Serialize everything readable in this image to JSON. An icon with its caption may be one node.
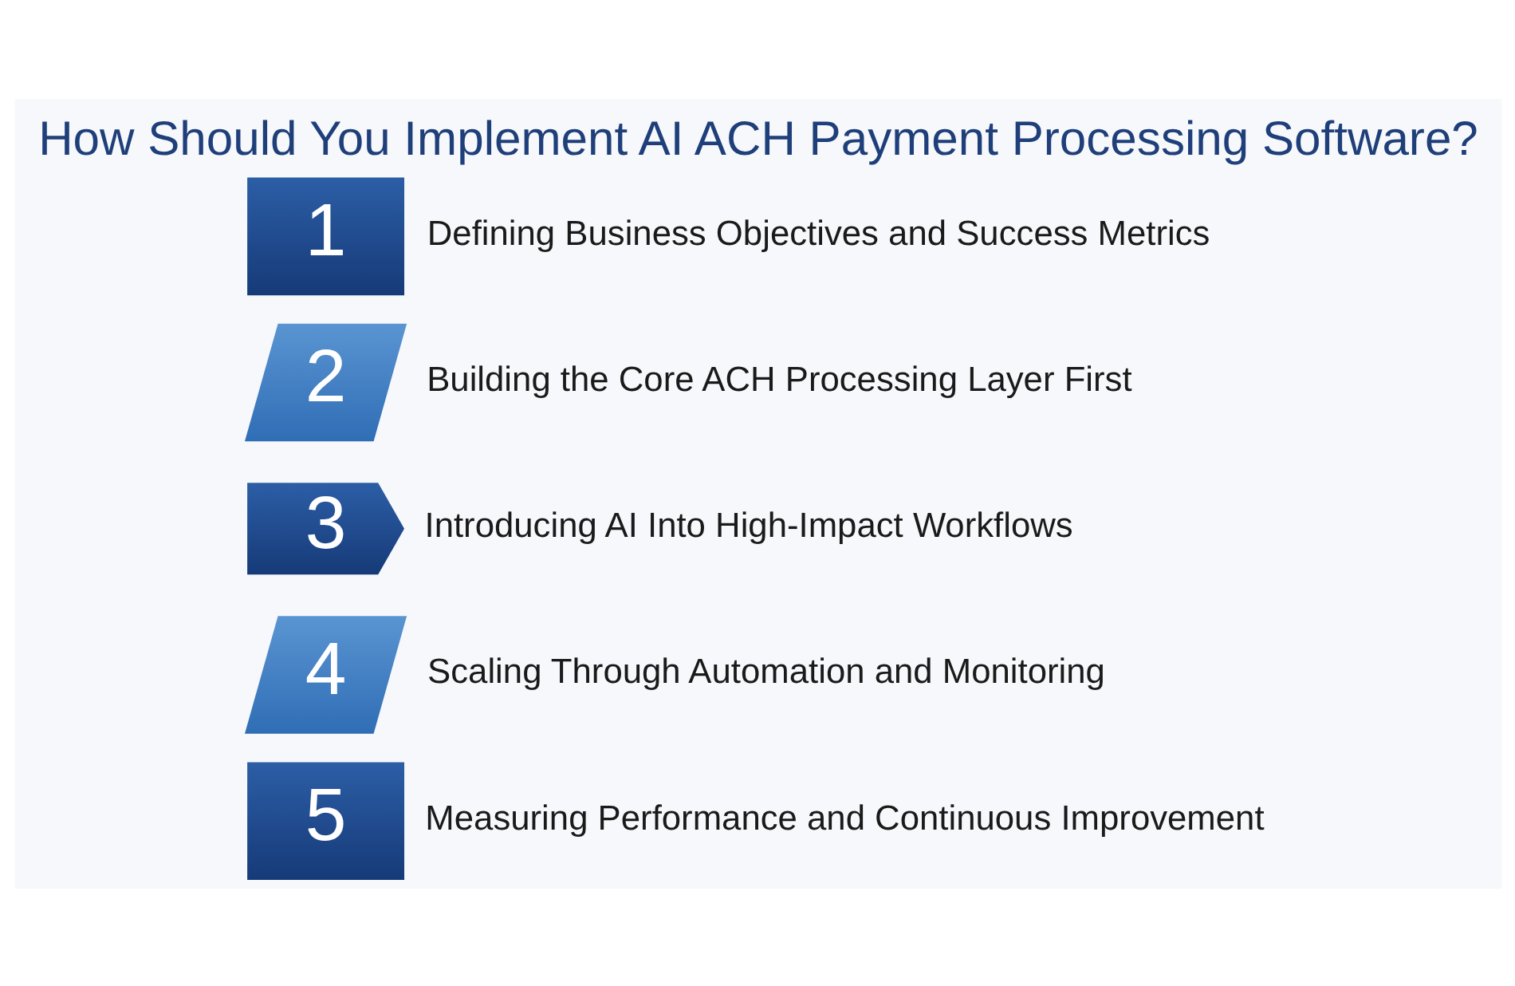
{
  "diagram": {
    "title": "How Should You Implement AI ACH Payment Processing Software?",
    "nodes": [
      {
        "text": [
          "1"
        ],
        "beside": [
          "Defining Business Objectives and Success Metrics"
        ]
      },
      {
        "text": [
          "2"
        ],
        "beside": [
          "Building the Core ACH Processing Layer First"
        ]
      },
      {
        "text": [
          "3"
        ],
        "beside": [
          "Introducing AI Into High-Impact Workflows"
        ]
      },
      {
        "text": [
          "4"
        ],
        "beside": [
          "Scaling Through Automation and Monitoring"
        ]
      },
      {
        "text": [
          "5"
        ],
        "beside": [
          "Measuring Performance and Continuous Improvement"
        ]
      }
    ]
  }
}
